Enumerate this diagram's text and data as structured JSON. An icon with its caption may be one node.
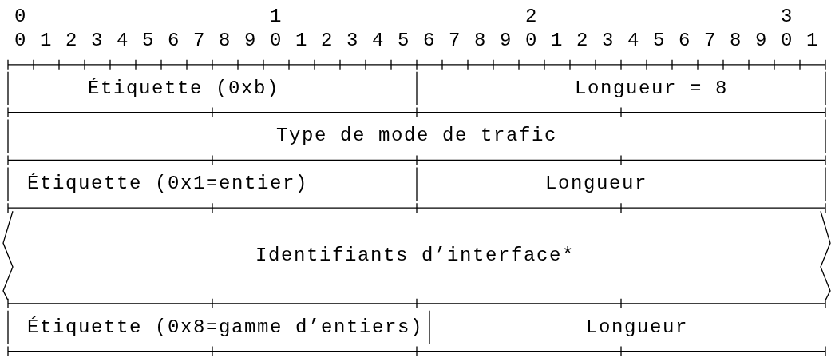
{
  "diagram": {
    "nodes": [
      {
        "text": [
          "Étiquette (0xb)"
        ]
      },
      {
        "text": [
          "Longueur = 8"
        ]
      },
      {
        "text": [
          "Type de mode de trafic"
        ]
      },
      {
        "text": [
          "Étiquette (0x1=entier)"
        ]
      },
      {
        "text": [
          "Longueur"
        ]
      },
      {
        "text": [
          "Identifiants d’interface*"
        ]
      },
      {
        "text": [
          "Étiquette (0x8=gamme d’entiers)"
        ]
      },
      {
        "text": [
          "Longueur"
        ]
      }
    ],
    "labels": [
      "0",
      "1",
      "2",
      "3",
      "0",
      "1",
      "2",
      "3",
      "4",
      "5",
      "6",
      "7",
      "8",
      "9",
      "0",
      "1",
      "2",
      "3",
      "4",
      "5",
      "6",
      "7",
      "8",
      "9",
      "0",
      "1",
      "2",
      "3",
      "4",
      "5",
      "6",
      "7",
      "8",
      "9",
      "0",
      "1"
    ]
  }
}
